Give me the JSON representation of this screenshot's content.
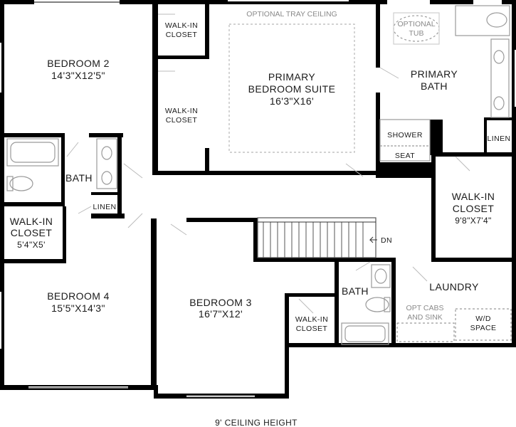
{
  "rooms": {
    "bedroom2": {
      "name": "BEDROOM 2",
      "size": "14'3\"X12'5\""
    },
    "walkin_closet_top1": {
      "name_line1": "WALK-IN",
      "name_line2": "CLOSET"
    },
    "walkin_closet_top2": {
      "name_line1": "WALK-IN",
      "name_line2": "CLOSET"
    },
    "tray_ceiling": {
      "label": "OPTIONAL TRAY CEILING"
    },
    "primary_suite": {
      "name_line1": "PRIMARY",
      "name_line2": "BEDROOM SUITE",
      "size": "16'3\"X16'"
    },
    "optional_tub": {
      "line1": "OPTIONAL",
      "line2": "TUB"
    },
    "primary_bath": {
      "name_line1": "PRIMARY",
      "name_line2": "BATH"
    },
    "shower": {
      "label": "SHOWER"
    },
    "seat": {
      "label": "SEAT"
    },
    "linen_primary": {
      "label": "LINEN"
    },
    "bath_left": {
      "name": "BATH"
    },
    "linen_left": {
      "label": "LINEN"
    },
    "walkin_closet_left": {
      "name_line1": "WALK-IN",
      "name_line2": "CLOSET",
      "size": "5'4\"X5'"
    },
    "walkin_closet_right": {
      "name_line1": "WALK-IN",
      "name_line2": "CLOSET",
      "size": "9'8\"X7'4\""
    },
    "stairs": {
      "label": "DN"
    },
    "bedroom4": {
      "name": "BEDROOM 4",
      "size": "15'5\"X14'3\""
    },
    "bedroom3": {
      "name": "BEDROOM 3",
      "size": "16'7\"X12'"
    },
    "walkin_closet_b3": {
      "name_line1": "WALK-IN",
      "name_line2": "CLOSET"
    },
    "bath_b3": {
      "name": "BATH"
    },
    "laundry": {
      "name": "LAUNDRY"
    },
    "opt_cabs": {
      "line1": "OPT CABS",
      "line2": "AND SINK"
    },
    "wd_space": {
      "line1": "W/D",
      "line2": "SPACE"
    }
  },
  "footer": {
    "ceiling_note": "9' CEILING HEIGHT"
  }
}
